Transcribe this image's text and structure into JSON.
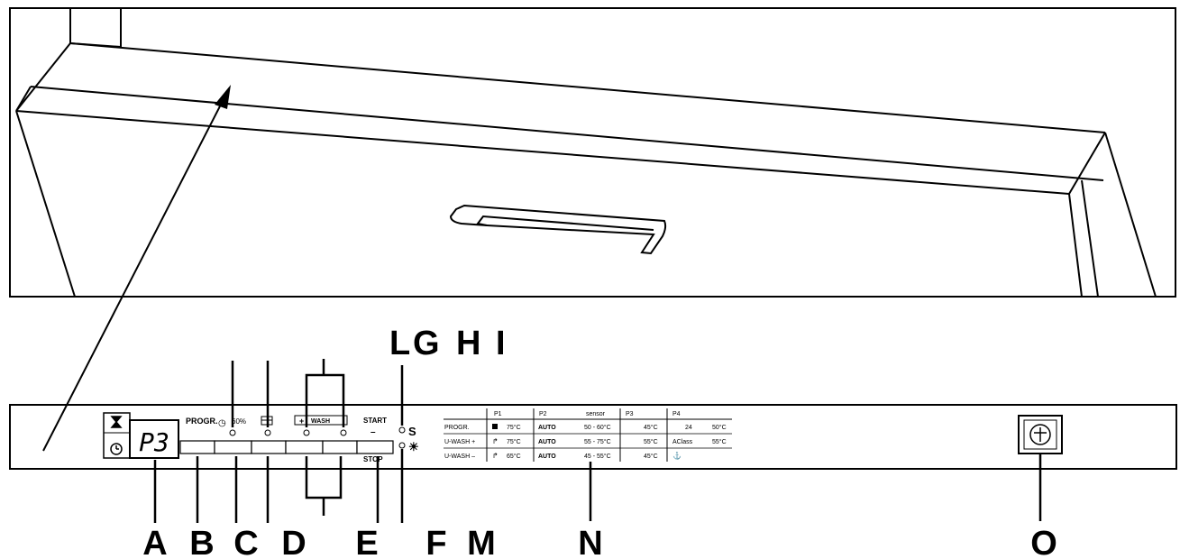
{
  "display": {
    "value": "P3"
  },
  "panel": {
    "prog_label": "PROGR.",
    "percent_label": "60%",
    "wash_label": "WASH",
    "start_label": "START",
    "minus_label": "–",
    "stop_label": "STOP"
  },
  "table": {
    "headers": [
      "P1",
      "P2",
      "sensor",
      "P3",
      "P4"
    ],
    "rows": [
      {
        "label": "PROGR.",
        "c1": "75°C",
        "c2": "AUTO",
        "c3": "50 - 60°C",
        "c4": "45°C",
        "c5": "24",
        "c6": "50°C"
      },
      {
        "label": "U-WASH +",
        "c1": "75°C",
        "c2": "AUTO",
        "c3": "55 - 75°C",
        "c4": "55°C",
        "c5": "AClass",
        "c6": "55°C"
      },
      {
        "label": "U-WASH –",
        "c1": "65°C",
        "c2": "AUTO",
        "c3": "45 - 55°C",
        "c4": "45°C",
        "c5": "",
        "c6": ""
      }
    ]
  },
  "labels": {
    "top": {
      "L": "L",
      "G": "G",
      "H": "H",
      "I": "I"
    },
    "bottom": {
      "A": "A",
      "B": "B",
      "C": "C",
      "D": "D",
      "E": "E",
      "F": "F",
      "M": "M",
      "N": "N",
      "O": "O"
    }
  }
}
